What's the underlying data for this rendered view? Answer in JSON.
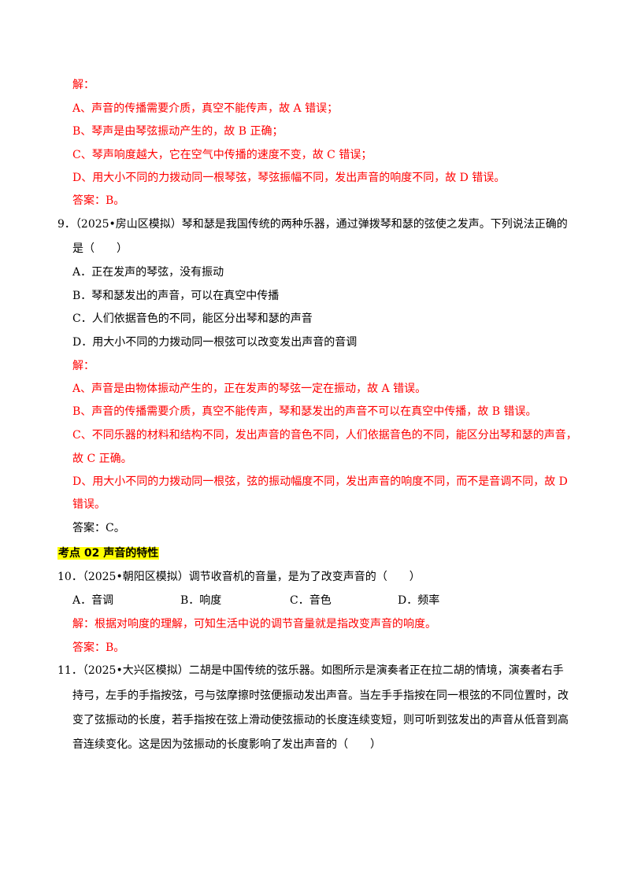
{
  "q8_solution": {
    "label": "解：",
    "a": "A、声音的传播需要介质，真空不能传声，故 A 错误；",
    "b": "B、琴声是由琴弦振动产生的，故 B 正确；",
    "c": "C、琴声响度越大，它在空气中传播的速度不变，故 C 错误；",
    "d": "D、用大小不同的力拨动同一根琴弦，琴弦振幅不同，发出声音的响度不同，故 D 错误。",
    "answer": "答案：B。"
  },
  "q9": {
    "stem_line1": "9．（2025•房山区模拟）琴和瑟是我国传统的两种乐器，通过弹拨琴和瑟的弦使之发声。下列说法正确的",
    "stem_line2": "是（　　）",
    "options": [
      "A．正在发声的琴弦，没有振动",
      "B．琴和瑟发出的声音，可以在真空中传播",
      "C．人们依据音色的不同，能区分出琴和瑟的声音",
      "D．用大小不同的力拨动同一根弦可以改变发出声音的音调"
    ],
    "solution": {
      "label": "解：",
      "a": "A、声音是由物体振动产生的，正在发声的琴弦一定在振动，故 A 错误。",
      "b": "B、声音的传播需要介质，真空不能传声，琴和瑟发出的声音不可以在真空中传播，故 B 错误。",
      "c_line1": "C、不同乐器的材料和结构不同，发出声音的音色不同，人们依据音色的不同，能区分出琴和瑟的声音，",
      "c_line2": "故 C 正确。",
      "d_line1": "D、用大小不同的力拨动同一根弦，弦的振动幅度不同，发出声音的响度不同，而不是音调不同，故 D",
      "d_line2": "错误。",
      "answer": "答案：C。"
    }
  },
  "section_heading": "考点 02  声音的特性",
  "q10": {
    "stem": "10．（2025•朝阳区模拟）调节收音机的音量，是为了改变声音的（　　）",
    "options": [
      "A．音调",
      "B．响度",
      "C．音色",
      "D．频率"
    ],
    "solution": "解：根据对响度的理解，可知生活中说的调节音量就是指改变声音的响度。",
    "answer": "答案：B。"
  },
  "q11": {
    "line1": "11．（2025•大兴区模拟）二胡是中国传统的弦乐器。如图所示是演奏者正在拉二胡的情境，演奏者右手",
    "line2": "持弓，左手的手指按弦，弓与弦摩擦时弦便振动发出声音。当左手手指按在同一根弦的不同位置时，改",
    "line3": "变了弦振动的长度，若手指按在弦上滑动使弦振动的长度连续变短，则可听到弦发出的声音从低音到高",
    "line4": "音连续变化。这是因为弦振动的长度影响了发出声音的（　　）"
  }
}
